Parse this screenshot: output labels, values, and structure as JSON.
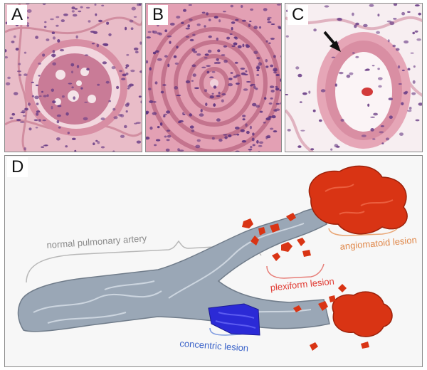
{
  "panels": {
    "a": {
      "label": "A"
    },
    "b": {
      "label": "B"
    },
    "c": {
      "label": "C"
    },
    "d": {
      "label": "D"
    }
  },
  "annotations": {
    "normal": "normal pulmonary artery",
    "angiomatoid": "angiomatoid lesion",
    "plexiform": "plexiform lesion",
    "concentric": "concentric lesion"
  },
  "colors": {
    "tissue_pink": "#d9909f",
    "nuclei": "#6a3d86",
    "artery_grey": "#9aa7b6",
    "concentric_blue": "#2b2ad6",
    "lesion_red": "#d93414",
    "label_normal": "#8a8a8a",
    "label_angiomatoid": "#e0884a",
    "label_plexiform": "#e13c34",
    "label_concentric": "#3b63c9"
  }
}
